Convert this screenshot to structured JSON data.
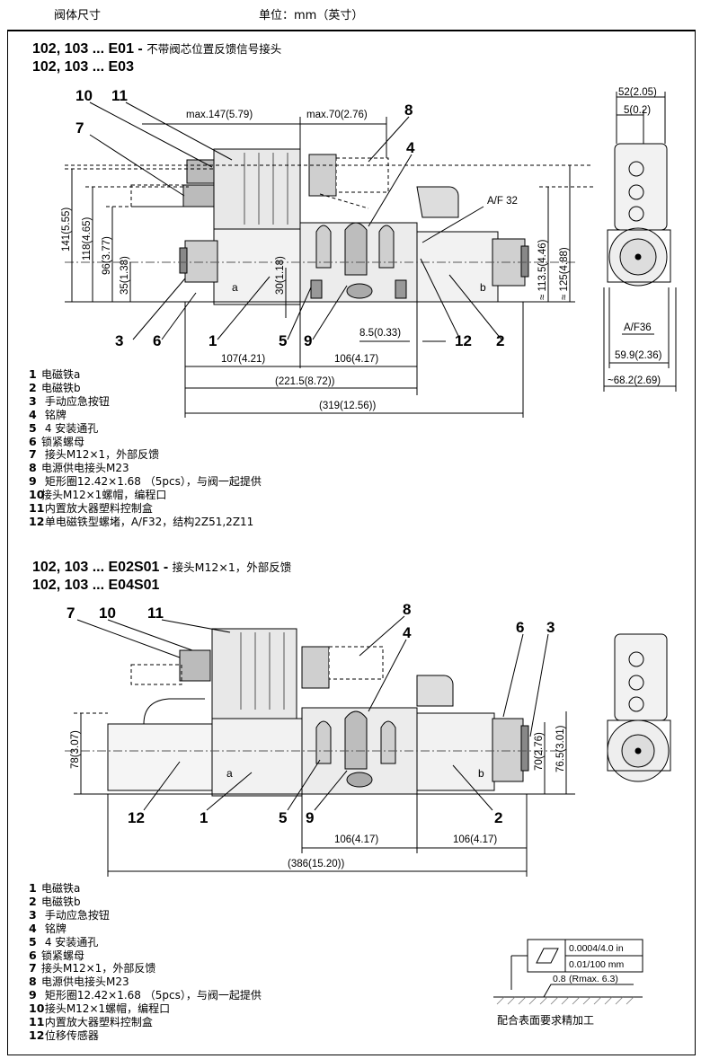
{
  "header": {
    "left": "阀体尺寸",
    "center": "单位：mm（英寸）"
  },
  "section1": {
    "title1_code": "102, 103 ... E01 -",
    "title1_desc": "不带阀芯位置反馈信号接头",
    "title2_code": "102, 103 ... E03",
    "dims": {
      "max147": "max.147(5.79)",
      "max70": "max.70(2.76)",
      "d141": "141(5.55)",
      "d118": "118(4.65)",
      "d96": "96(3.77)",
      "d35": "35(1.38)",
      "d30": "30(1.18)",
      "d113": "≈ 113.5(4.46)",
      "d125": "≈ 125(4.88)",
      "af32": "A/F 32",
      "d85": "8.5(0.33)",
      "d107": "107(4.21)",
      "d106": "106(4.17)",
      "d2215": "(221.5(8.72))",
      "d319": "(319(12.56))",
      "d52": "52(2.05)",
      "d5": "5(0.2)",
      "af36": "A/F36",
      "d599": "59.9(2.36)",
      "d682": "~68.2(2.69)"
    },
    "labels": {
      "a": "a",
      "b": "b"
    },
    "callouts": [
      "10",
      "11",
      "7",
      "8",
      "4",
      "3",
      "6",
      "1",
      "5",
      "9",
      "12",
      "2"
    ],
    "legend": [
      {
        "n": "1",
        "text": "电磁铁a"
      },
      {
        "n": "2",
        "text": "电磁铁b"
      },
      {
        "n": "3",
        "text": " 手动应急按钮"
      },
      {
        "n": "4",
        "text": " 铭牌"
      },
      {
        "n": "5",
        "text": " 4 安装通孔"
      },
      {
        "n": "6",
        "text": "锁紧螺母"
      },
      {
        "n": "7",
        "text": " 接头M12×1，外部反馈"
      },
      {
        "n": "8",
        "text": "电源供电接头M23"
      },
      {
        "n": "9",
        "text": " 矩形圈12.42×1.68 （5pcs），与阀一起提供"
      },
      {
        "n": "10",
        "text": "接头M12×1螺帽，编程口"
      },
      {
        "n": "11",
        "text": " 内置放大器塑料控制盒"
      },
      {
        "n": "12",
        "text": " 单电磁铁型螺堵，A/F32，结构2Z51,2Z11"
      }
    ]
  },
  "section2": {
    "title1_code": "102, 103 ... E02S01 -",
    "title1_desc": "接头M12×1，外部反馈",
    "title2_code": "102, 103 ... E04S01",
    "dims": {
      "d78": "78(3.07)",
      "d70": "70(2.76)",
      "d765": "76.5(3.01)",
      "d106a": "106(4.17)",
      "d106b": "106(4.17)",
      "d386": "(386(15.20))"
    },
    "labels": {
      "a": "a",
      "b": "b"
    },
    "callouts": [
      "7",
      "10",
      "11",
      "8",
      "4",
      "6",
      "3",
      "12",
      "1",
      "5",
      "9",
      "2"
    ],
    "legend": [
      {
        "n": "1",
        "text": "电磁铁a"
      },
      {
        "n": "2",
        "text": "电磁铁b"
      },
      {
        "n": "3",
        "text": "  手动应急按钮"
      },
      {
        "n": "4",
        "text": " 铭牌"
      },
      {
        "n": "5",
        "text": " 4 安装通孔"
      },
      {
        "n": "6",
        "text": "锁紧螺母"
      },
      {
        "n": "7",
        "text": "接头M12×1，外部反馈"
      },
      {
        "n": "8",
        "text": "电源供电接头M23"
      },
      {
        "n": "9",
        "text": " 矩形圈12.42×1.68 （5pcs），与阀一起提供"
      },
      {
        "n": "10",
        "text": " 接头M12×1螺帽，编程口"
      },
      {
        "n": "11",
        "text": " 内置放大器塑料控制盒"
      },
      {
        "n": "12",
        "text": " 位移传感器"
      }
    ]
  },
  "surface": {
    "row1": "0.0004/4.0 in",
    "row2": "0.01/100 mm",
    "roughness_value": "0.8",
    "roughness_max": "(Rmax. 6.3)",
    "caption": "配合表面要求精加工"
  }
}
